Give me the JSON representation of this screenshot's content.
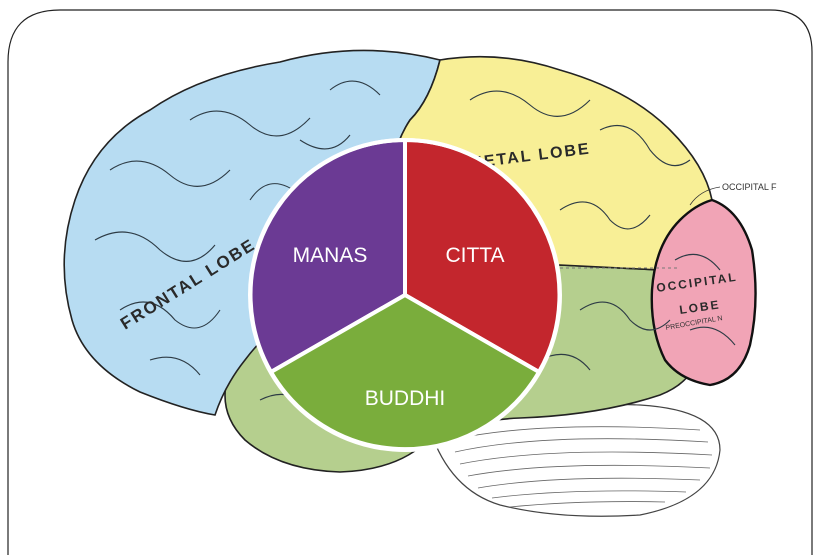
{
  "diagram": {
    "lobes": {
      "frontal": {
        "label": "FRONTAL LOBE",
        "color": "#b7dcf2"
      },
      "parietal": {
        "label": "PARIETAL LOBE",
        "color": "#f8ef96"
      },
      "occipital": {
        "label_line1": "OCCIPITAL",
        "label_line2": "LOBE",
        "color": "#f1a4b6"
      },
      "temporal": {
        "color": "#b5cf8e"
      },
      "occipital_pointer": {
        "label": "OCCIPITAL F"
      },
      "small_note": {
        "label": "PREOCCIPITAL N"
      }
    },
    "segments": {
      "manas": {
        "label": "MANAS",
        "color": "#6b3a94"
      },
      "citta": {
        "label": "CITTA",
        "color": "#c3262d"
      },
      "buddhi": {
        "label": "BUDDHI",
        "color": "#7aad3c"
      }
    }
  }
}
